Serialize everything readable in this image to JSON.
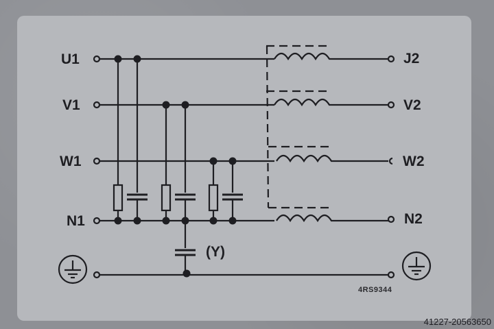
{
  "diagram": {
    "type": "EMI line filter schematic (3-phase + neutral)",
    "inputs": [
      {
        "id": "u1",
        "label": "U1"
      },
      {
        "id": "v1",
        "label": "V1"
      },
      {
        "id": "w1",
        "label": "W1"
      },
      {
        "id": "n1",
        "label": "N1"
      }
    ],
    "outputs": [
      {
        "id": "u2",
        "label": "J2"
      },
      {
        "id": "v2",
        "label": "V2"
      },
      {
        "id": "w2",
        "label": "W2"
      },
      {
        "id": "n2",
        "label": "N2"
      }
    ],
    "y_capacitor_label": "(Y)",
    "ground_symbols": [
      "protective-earth-left",
      "protective-earth-right"
    ],
    "part_code": "4RS9344",
    "watermark": "41227-20563650",
    "colors": {
      "background": "#8e9095",
      "plate": "#b6b8bc",
      "ink": "#1e1e22"
    }
  }
}
